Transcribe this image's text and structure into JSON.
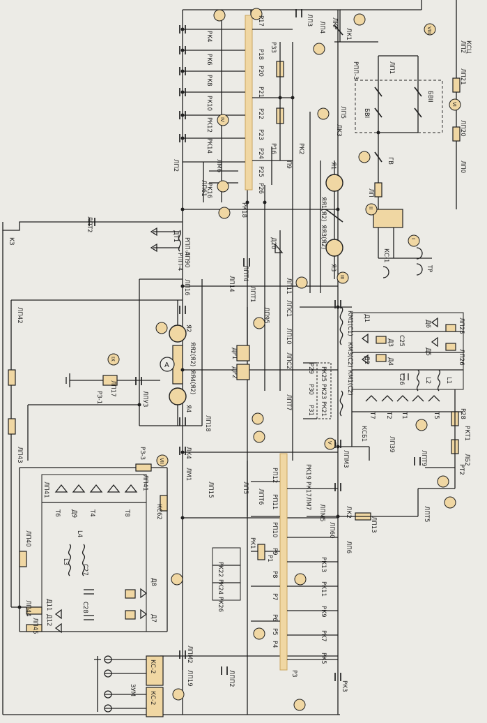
{
  "labels": {
    "l1": "КС-1",
    "l2": "БВI",
    "l3": "БВII",
    "l4": "ГВ",
    "l5": "ТР",
    "l6": "ЛП2",
    "l7": "КСЦ",
    "l8": "ЛП",
    "l9": "ЛП0",
    "l10": "ЛП3",
    "l11": "ЛК1",
    "l12": "РПП-3",
    "l13": "ЛК3",
    "l14": "РПП-4",
    "l15": "ДТ1",
    "l16": "ЛП90",
    "l17": "ЛП2",
    "l18": "ЛПТ2",
    "l19": "ЯЯ1(Я2)",
    "l20": "ЯЯ3(Я2)",
    "l21": "Д20",
    "l22": "ДР1",
    "l23": "ДР2",
    "l24": "РЗ-1",
    "l25": "ЛП17",
    "l26": "ЛПУ3",
    "l27": "ЯЯ2(Я2)",
    "l28": "ЯЯ4(Я2)",
    "l29": "ЛП42",
    "l30": "ЛП43",
    "l31": "ЛП40",
    "l32": "ЛП44",
    "l33": "ЛП45",
    "l34": "ЛП41",
    "l35": "Д9",
    "l36": "Т4",
    "l37": "Т6",
    "l38": "Т8",
    "l39": "С27",
    "l40": "С28",
    "l41": "Д11",
    "l42": "Д12",
    "l43": "Д7",
    "l44": "Д8",
    "l45": "L3",
    "l46": "L4",
    "l47": "РЗ-3",
    "l48": "КС62",
    "l49": "ЛК4",
    "l50": "ЛМ1",
    "l51": "ЛП15",
    "l52": "ЛП5",
    "l53": "ЛПТ6",
    "l54": "РП12",
    "l55": "РП11",
    "l56": "РП10",
    "l57": "Р9",
    "l58": "Р8",
    "l59": "Р7",
    "l60": "Р6",
    "l61": "Р5",
    "l62": "Р4",
    "l63": "Р3",
    "l64": "РК1",
    "l65": "Р1",
    "l66": "РК22",
    "l67": "РК24",
    "l68": "РК26",
    "l69": "РК19",
    "l70": "РК17",
    "l71": "ЛМ7",
    "l72": "РК13",
    "l73": "РК11",
    "l74": "РК9",
    "l75": "РК7",
    "l76": "РК5",
    "l77": "РК3",
    "l78": "ЛПМ5",
    "l79": "ЛП60",
    "l80": "ЛП6",
    "l81": "ЛПМ2",
    "l82": "ЛП19",
    "l83": "ЛПП2",
    "l84": "КС-2",
    "l85": "ЗУМ",
    "l86": "КС-2",
    "l87": "ЛК2",
    "l88": "ЛП13",
    "l89": "ЛПТ5",
    "l90": "ЛПТ9",
    "l91": "ЛПМ3",
    "l92": "РКТ1",
    "l93": "ЛБ2",
    "l94": "РТ2",
    "l95": "КСБ1",
    "l96": "ЛП39",
    "l97": "Т2",
    "l98": "Т1",
    "l99": "Т7",
    "l100": "Т5",
    "l101": "Д1",
    "l102": "Д2",
    "l103": "Д3",
    "l104": "Д4",
    "l105": "Д5",
    "l106": "Д6",
    "l107": "L1",
    "l108": "L2",
    "l109": "С25",
    "l110": "С26",
    "l111": "ЛП25",
    "l112": "ЛП26",
    "l113": "Р28",
    "l114": "КМ1(С1)",
    "l115": "КМ3(С2)",
    "l116": "КМ1(С2)",
    "l117": "РК25",
    "l118": "РК23",
    "l119": "РК21",
    "l120": "Р29",
    "l121": "Р30",
    "l122": "Р31",
    "l123": "ЛПС1",
    "l124": "ЛП10",
    "l125": "ЛПС2",
    "l126": "ЛПТ7",
    "l127": "ЛП11",
    "l128": "ЛПТ1",
    "l129": "ЛП95",
    "l130": "ЛП14",
    "l131": "ЛП18",
    "l132": "ЛП16",
    "l133": "РК2",
    "l134": "РК4",
    "l135": "РК6",
    "l136": "РК8",
    "l137": "РК10",
    "l138": "РК12",
    "l139": "РК14",
    "l140": "РК16",
    "l141": "РК18",
    "l142": "Р17",
    "l143": "Р18",
    "l144": "Р20",
    "l145": "Р21",
    "l146": "Р22",
    "l147": "Р23",
    "l148": "Р24",
    "l149": "Р25",
    "l150": "Р26",
    "l151": "Р33",
    "l152": "Р16",
    "l153": "П9",
    "l154": "ЛМ6",
    "l155": "ЛП61",
    "l156": "ЛП4",
    "l157": "ЛКР",
    "l158": "ЛП5",
    "l159": "ЛП1",
    "l160": "ЛП20",
    "l161": "ЛП21",
    "l162": "КЗ",
    "l163": "Я1",
    "l164": "Я3",
    "l165": "Я2",
    "l166": "Я4",
    "l167": "А",
    "l168": "I",
    "l169": "II",
    "l170": "III",
    "l171": "IV",
    "l172": "V",
    "l173": "VI",
    "l174": "VII",
    "l175": "VIII",
    "l176": "IX",
    "l177": "ЛПТ4",
    "l178": "РПП-4",
    "l179": "ЛП41"
  }
}
